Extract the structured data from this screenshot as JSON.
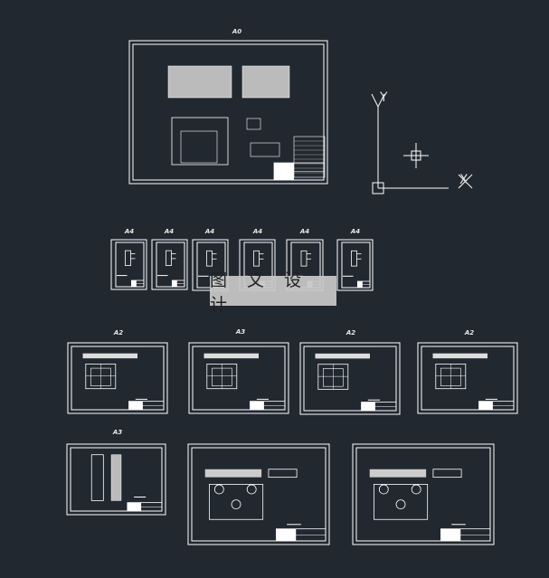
{
  "sheets": {
    "main": {
      "label": "A0"
    },
    "row_a4": [
      {
        "label": "A4"
      },
      {
        "label": "A4"
      },
      {
        "label": "A4"
      },
      {
        "label": "A4"
      },
      {
        "label": "A4"
      },
      {
        "label": "A4"
      }
    ],
    "row_a2": [
      {
        "label": "A2"
      },
      {
        "label": "A3"
      },
      {
        "label": "A2"
      },
      {
        "label": "A2"
      }
    ],
    "row_bottom": [
      {
        "label": "A3"
      },
      {
        "label": ""
      },
      {
        "label": ""
      }
    ]
  },
  "ucs_icon": {
    "y_label": "Y",
    "x_label": "X"
  },
  "watermark": {
    "text": "图 文 设 计"
  },
  "colors": {
    "background": "#212830",
    "lines": "#ffffff",
    "watermark": "#c8c8c8"
  }
}
